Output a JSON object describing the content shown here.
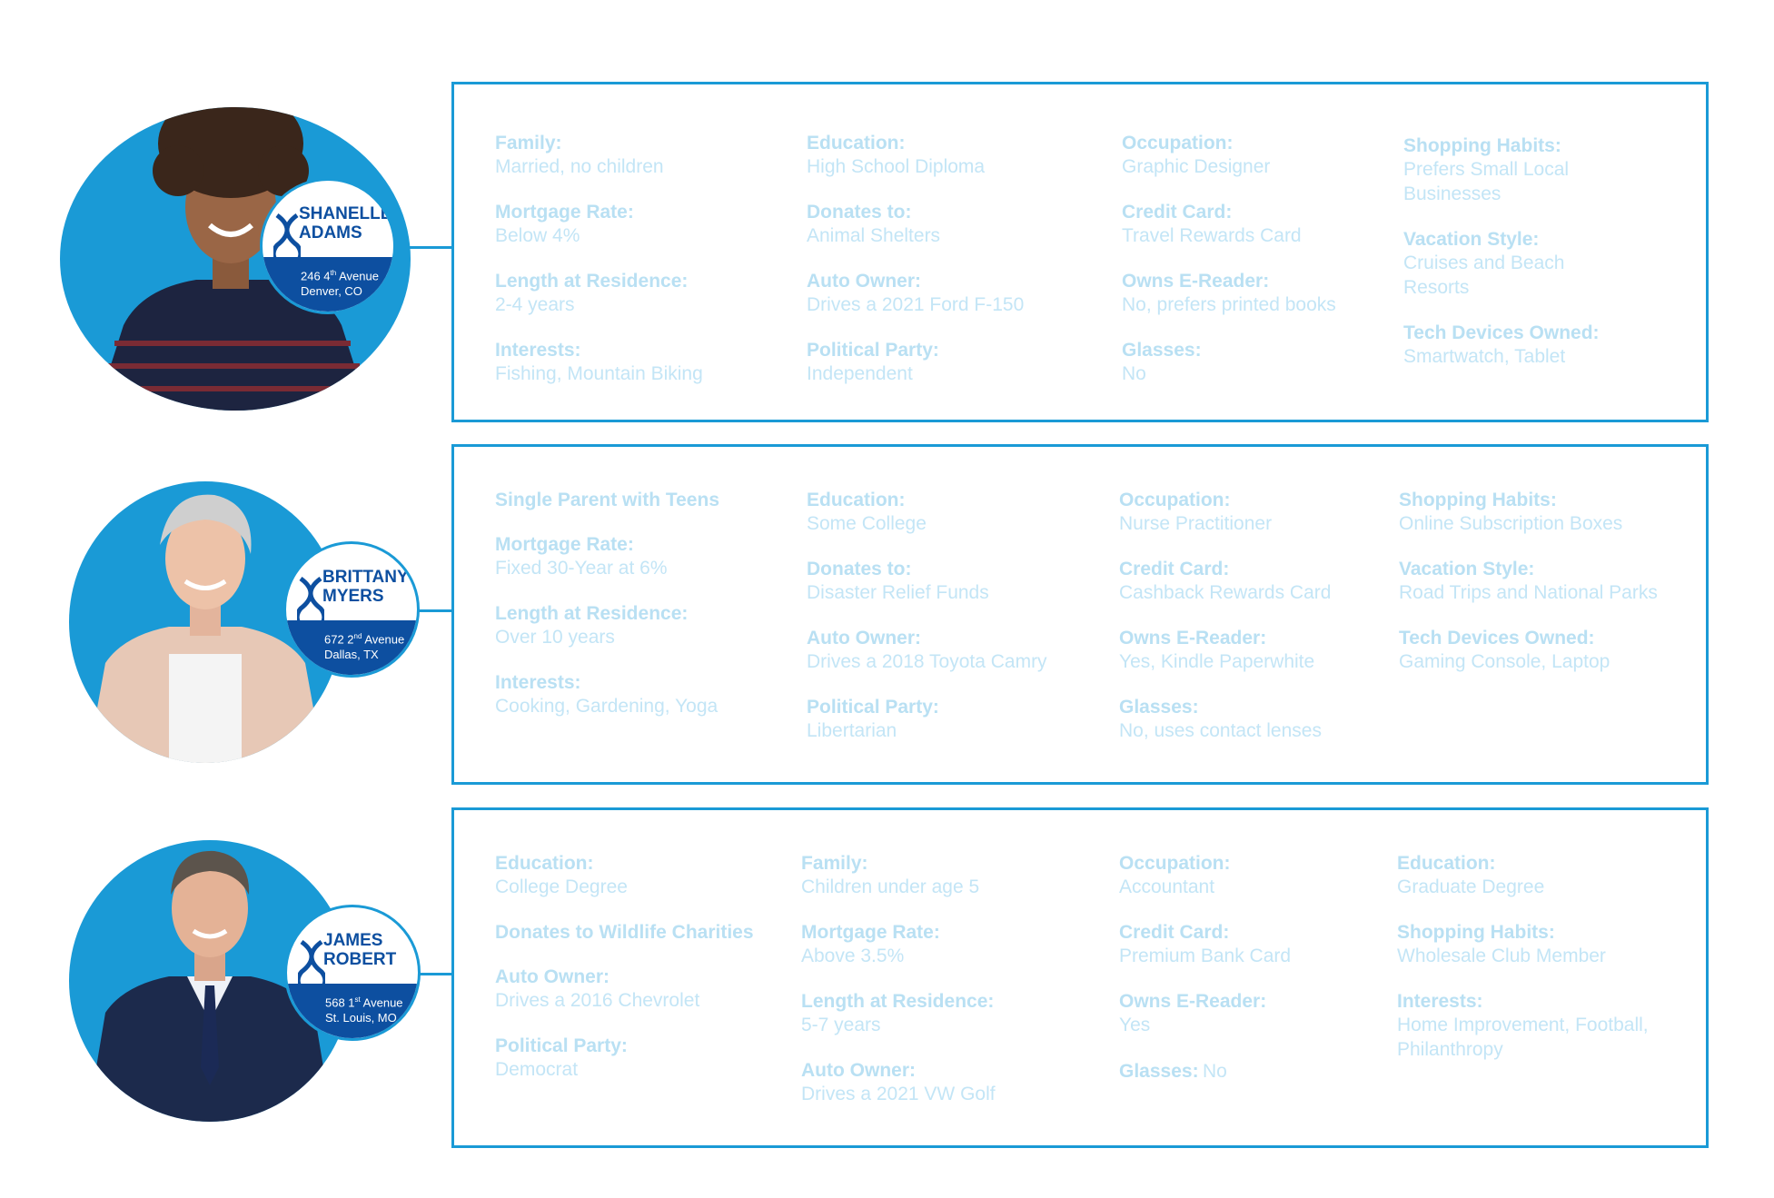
{
  "profiles": [
    {
      "first": "SHANELLE",
      "last": "ADAMS",
      "street_num": "246 4",
      "street_sup": "th",
      "street_rest": " Avenue",
      "city": "Denver, CO",
      "columns": [
        [
          {
            "label": "Family:",
            "value": "Married, no children"
          },
          {
            "label": "Mortgage Rate:",
            "value": "Below 4%"
          },
          {
            "label": "Length at Residence:",
            "value": "2-4 years"
          },
          {
            "label": "Interests:",
            "value": "Fishing, Mountain Biking"
          }
        ],
        [
          {
            "label": "Education:",
            "value": "High School Diploma"
          },
          {
            "label": "Donates to:",
            "value": "Animal Shelters"
          },
          {
            "label": "Auto Owner:",
            "value": "Drives a 2021 Ford F-150"
          },
          {
            "label": "Political Party:",
            "value": "Independent"
          }
        ],
        [
          {
            "label": "Occupation:",
            "value": "Graphic Designer"
          },
          {
            "label": "Credit Card:",
            "value": "Travel Rewards Card"
          },
          {
            "label": "Owns E-Reader:",
            "value": "No, prefers printed books"
          },
          {
            "label": "Glasses:",
            "value": "No"
          }
        ],
        [
          {
            "label": "Shopping Habits:",
            "value": "Prefers Small Local Businesses"
          },
          {
            "label": "Vacation Style:",
            "value": "Cruises and Beach Resorts"
          },
          {
            "label": "Tech Devices Owned:",
            "value": "Smartwatch, Tablet"
          }
        ]
      ]
    },
    {
      "first": "BRITTANY",
      "last": "MYERS",
      "street_num": "672 2",
      "street_sup": "nd",
      "street_rest": " Avenue",
      "city": "Dallas, TX",
      "columns": [
        [
          {
            "label": "Single Parent with Teens",
            "value": ""
          },
          {
            "label": "Mortgage Rate:",
            "value": "Fixed 30-Year at 6%"
          },
          {
            "label": "Length at Residence:",
            "value": "Over 10 years"
          },
          {
            "label": "Interests:",
            "value": "Cooking, Gardening, Yoga"
          }
        ],
        [
          {
            "label": "Education:",
            "value": "Some College"
          },
          {
            "label": "Donates to:",
            "value": "Disaster Relief Funds"
          },
          {
            "label": "Auto Owner:",
            "value": "Drives a 2018 Toyota Camry"
          },
          {
            "label": "Political Party:",
            "value": "Libertarian"
          }
        ],
        [
          {
            "label": "Occupation:",
            "value": "Nurse Practitioner"
          },
          {
            "label": "Credit Card:",
            "value": "Cashback Rewards Card"
          },
          {
            "label": "Owns E-Reader:",
            "value": "Yes, Kindle Paperwhite"
          },
          {
            "label": "Glasses:",
            "value": "No, uses contact lenses"
          }
        ],
        [
          {
            "label": "Shopping Habits:",
            "value": "Online Subscription Boxes"
          },
          {
            "label": "Vacation Style:",
            "value": "Road Trips and National Parks"
          },
          {
            "label": "Tech Devices Owned:",
            "value": "Gaming Console, Laptop"
          }
        ]
      ]
    },
    {
      "first": "JAMES",
      "last": "ROBERT",
      "street_num": "568 1",
      "street_sup": "st",
      "street_rest": " Avenue",
      "city": "St. Louis, MO",
      "columns": [
        [
          {
            "label": "Education:",
            "value": "College Degree"
          },
          {
            "label": "Donates to Wildlife Charities",
            "value": ""
          },
          {
            "label": "Auto Owner:",
            "value": "Drives a 2016 Chevrolet"
          },
          {
            "label": "Political Party:",
            "value": "Democrat"
          }
        ],
        [
          {
            "label": "Family:",
            "value": "Children under age 5"
          },
          {
            "label": "Mortgage Rate:",
            "value": "Above 3.5%"
          },
          {
            "label": "Length at Residence:",
            "value": "5-7 years"
          },
          {
            "label": "Auto Owner:",
            "value": "Drives a 2021 VW Golf"
          }
        ],
        [
          {
            "label": "Occupation:",
            "value": "Accountant"
          },
          {
            "label": "Credit Card:",
            "value": "Premium Bank Card"
          },
          {
            "label": "Owns E-Reader:",
            "value": "Yes"
          },
          {
            "label": "Glasses:",
            "value": "No",
            "inline": true
          }
        ],
        [
          {
            "label": "Education:",
            "value": "Graduate Degree"
          },
          {
            "label": "Shopping Habits:",
            "value": "Wholesale Club Member"
          },
          {
            "label": "Interests:",
            "value": "Home Improvement, Football, Philanthropy"
          }
        ]
      ]
    }
  ],
  "colors": {
    "accent": "#1a9ad6",
    "navy": "#0d4fa0",
    "faint_text": "#c3e5f6"
  }
}
